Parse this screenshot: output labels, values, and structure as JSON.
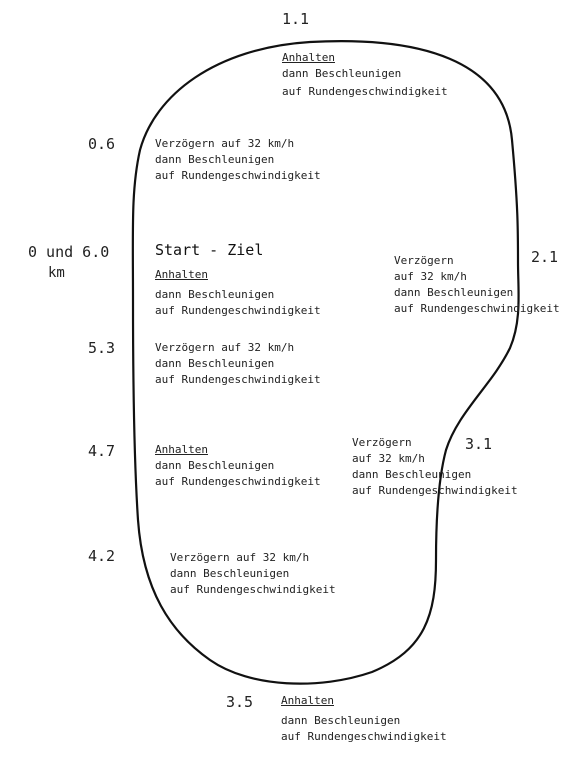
{
  "markers": [
    {
      "id": "1-1",
      "label": "1.1"
    },
    {
      "id": "0-6",
      "label": "0.6"
    },
    {
      "id": "0-und-6-0",
      "label": "0 und 6.0",
      "sub": "km"
    },
    {
      "id": "2-1",
      "label": "2.1"
    },
    {
      "id": "5-3",
      "label": "5.3"
    },
    {
      "id": "4-7",
      "label": "4.7"
    },
    {
      "id": "3-1",
      "label": "3.1"
    },
    {
      "id": "4-2",
      "label": "4.2"
    },
    {
      "id": "3-5",
      "label": "3.5"
    }
  ],
  "start_label": "Start - Ziel",
  "notes": {
    "at_1_1": [
      "Anhalten",
      "dann Beschleunigen",
      "auf Rundengeschwindigkeit"
    ],
    "at_0_6": [
      "Verzögern auf 32 km/h",
      "dann Beschleunigen",
      "auf Rundengeschwindigkeit"
    ],
    "at_start": [
      "Anhalten",
      "dann Beschleunigen",
      "auf Rundengeschwindigkeit"
    ],
    "at_2_1": [
      "Verzögern",
      "auf 32 km/h",
      "dann Beschleunigen",
      "auf Rundengeschwindigkeit"
    ],
    "at_5_3": [
      "Verzögern auf 32 km/h",
      "dann Beschleunigen",
      "auf Rundengeschwindigkeit"
    ],
    "at_4_7": [
      "Anhalten",
      "dann Beschleunigen",
      "auf Rundengeschwindigkeit"
    ],
    "at_3_1": [
      "Verzögern",
      "auf 32 km/h",
      "dann Beschleunigen",
      "auf Rundengeschwindigkeit"
    ],
    "at_4_2": [
      "Verzögern auf 32 km/h",
      "dann Beschleunigen",
      "auf Rundengeschwindigkeit"
    ],
    "at_3_5": [
      "Anhalten",
      "dann Beschleunigen",
      "auf Rundengeschwindigkeit"
    ]
  }
}
